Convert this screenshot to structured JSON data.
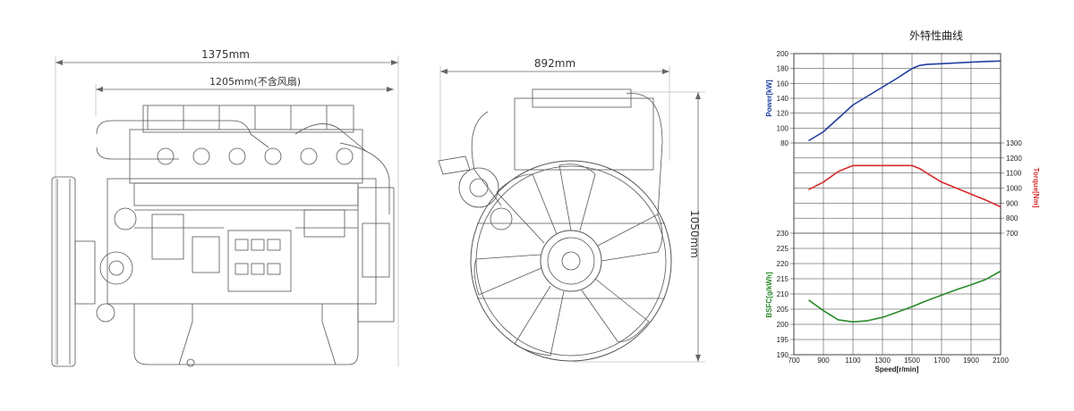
{
  "drawing": {
    "side_view": {
      "overall_length": "1375mm",
      "length_no_fan": "1205mm(不含风扇)"
    },
    "front_view": {
      "width": "892mm",
      "height": "1050mm"
    }
  },
  "chart_data": {
    "type": "line",
    "title": "外特性曲线",
    "xlabel": "Speed[r/min]",
    "xlim": [
      700,
      2100
    ],
    "x_ticks": [
      700,
      900,
      1100,
      1300,
      1500,
      1700,
      1900,
      2100
    ],
    "grid": true,
    "panels": [
      {
        "ylabel": "Power[kW]",
        "axis_side": "left",
        "color": "#1f3f9e",
        "ylim": [
          80,
          200
        ],
        "y_ticks": [
          80,
          100,
          120,
          140,
          160,
          180,
          200
        ],
        "series": [
          {
            "name": "Power[kW]",
            "x": [
              800,
              900,
              1000,
              1100,
              1200,
              1300,
              1400,
              1500,
              1550,
              1600,
              1700,
              1800,
              1900,
              2000,
              2100
            ],
            "y": [
              83,
              95,
              113,
              131,
              143,
              155,
              167,
              180,
              184,
              185.5,
              186.5,
              187.5,
              188.5,
              189.5,
              190
            ]
          }
        ]
      },
      {
        "ylabel": "Torque[Nm]",
        "axis_side": "right",
        "color": "#d62b2b",
        "ylim": [
          700,
          1300
        ],
        "y_ticks": [
          700,
          800,
          900,
          1000,
          1100,
          1200,
          1300
        ],
        "series": [
          {
            "name": "Torque[Nm]",
            "x": [
              800,
              900,
              1000,
              1100,
              1200,
              1300,
              1400,
              1500,
              1550,
              1600,
              1700,
              1800,
              1900,
              2000,
              2100
            ],
            "y": [
              990,
              1040,
              1110,
              1150,
              1150,
              1150,
              1150,
              1150,
              1130,
              1100,
              1040,
              1000,
              960,
              920,
              875
            ]
          }
        ]
      },
      {
        "ylabel": "BSFC[g/kWh]",
        "axis_side": "left",
        "color": "#2a8a2a",
        "ylim": [
          190,
          230
        ],
        "y_ticks": [
          190,
          195,
          200,
          205,
          210,
          215,
          220,
          225,
          230
        ],
        "series": [
          {
            "name": "BSFC[g/kWh]",
            "x": [
              800,
              900,
              1000,
              1100,
              1200,
              1300,
              1400,
              1500,
              1600,
              1700,
              1800,
              1900,
              2000,
              2100
            ],
            "y": [
              208,
              204.5,
              201.5,
              200.8,
              201.2,
              202.3,
              204,
              205.8,
              207.8,
              209.6,
              211.4,
              213,
              214.8,
              217.5
            ]
          }
        ]
      }
    ]
  }
}
